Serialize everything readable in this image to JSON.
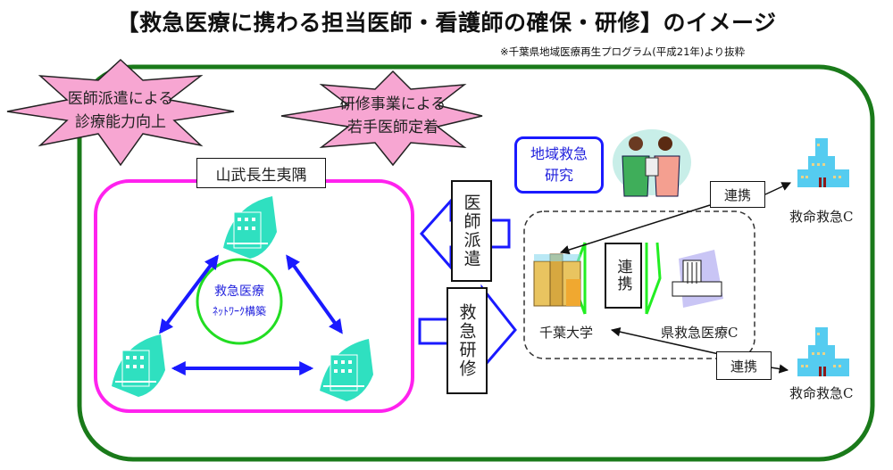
{
  "title": "【救急医療に携わる担当医師・看護師の確保・研修】のイメージ",
  "source_note": "※千葉県地域医療再生プログラム(平成21年)より抜粋",
  "stars": [
    {
      "line1": "医師派遣による",
      "line2": "診療能力向上"
    },
    {
      "line1": "研修事業による",
      "line2": "若手医師定着"
    }
  ],
  "region": {
    "label": "山武長生夷隅",
    "center_line1": "救急医療",
    "center_line2": "ﾈｯﾄﾜｰｸ構築"
  },
  "arrows": {
    "dispatch": "医師派遣",
    "training": "救急研修"
  },
  "research_box": {
    "line1": "地域救急",
    "line2": "研究"
  },
  "hub": {
    "university": "千葉大学",
    "prefectural_center": "県救急医療C",
    "link_label": "連携"
  },
  "external": [
    {
      "link_label": "連携",
      "name": "救命救急C"
    },
    {
      "link_label": "連携",
      "name": "救命救急C"
    }
  ],
  "colors": {
    "outer_border": "#1a7a1a",
    "region_border": "#ff22ee",
    "star_fill": "#f7a6d2",
    "arrow_blue": "#1a1aff",
    "circle_green": "#22dd22",
    "hospital_teal": "#2fe0c0",
    "building_blue": "#55ccf0"
  }
}
